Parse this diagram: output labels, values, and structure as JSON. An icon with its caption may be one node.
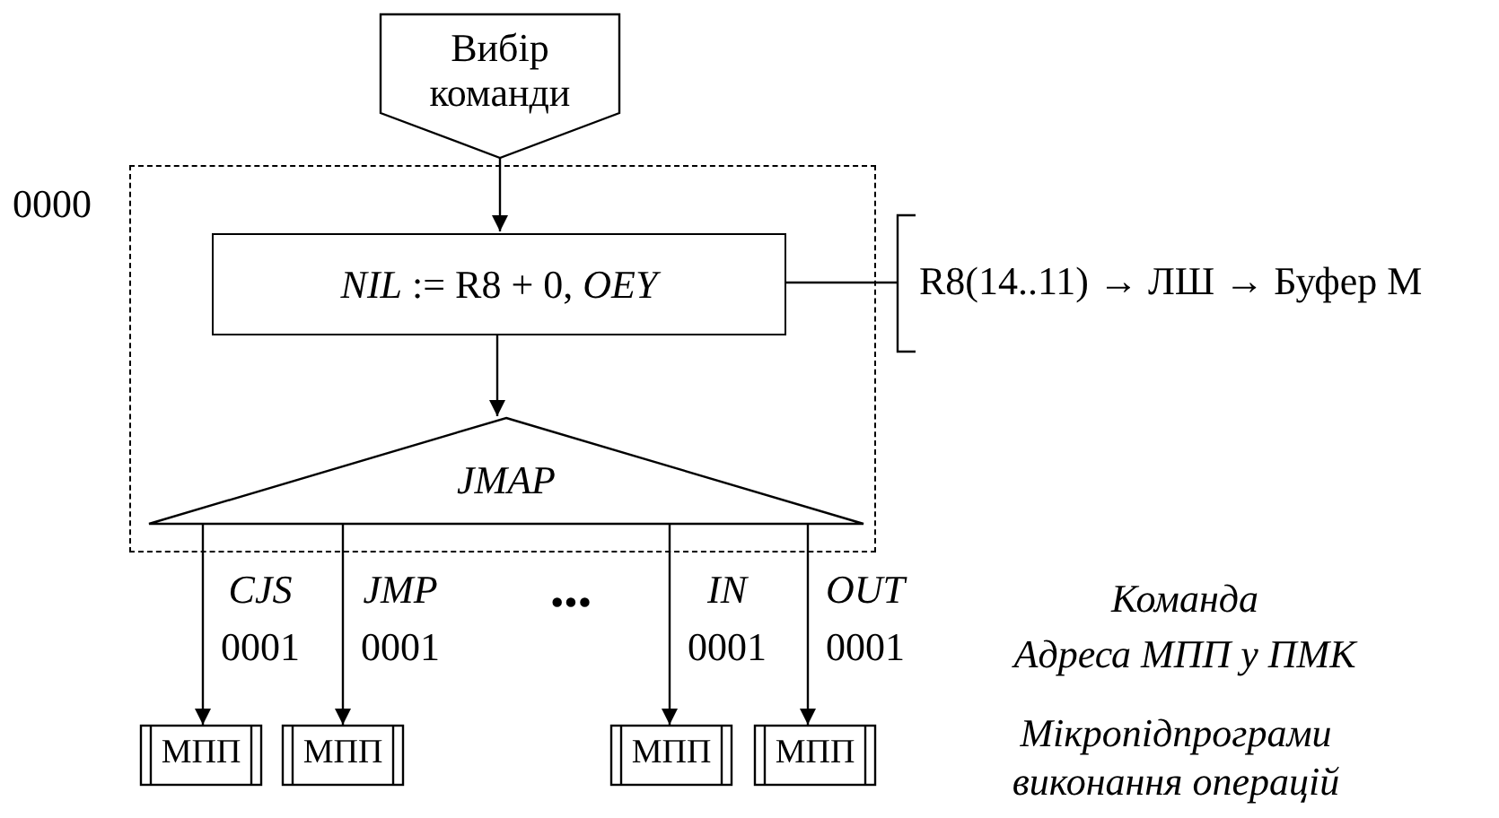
{
  "diagram": {
    "nodes": [
      {
        "text": [
          "0000"
        ]
      },
      {
        "text": [
          "Вибір команди"
        ]
      },
      {
        "text": [
          "*NIL* := R8 + 0, *OEY*"
        ],
        "in": 0
      },
      {
        "text": [
          "JMAP"
        ],
        "in": 0
      },
      {
        "text": [
          "R8(14..11) → ЛШ → Буфер М"
        ]
      },
      {
        "text": [
          "МПП"
        ]
      },
      {
        "text": [
          "МПП"
        ]
      },
      {
        "text": [
          "МПП"
        ]
      },
      {
        "text": [
          "МПП"
        ]
      }
    ],
    "edges": [
      {
        "from": 1,
        "to": 2,
        "arrow": "to"
      },
      {
        "from": 2,
        "to": 3,
        "arrow": "to"
      },
      {
        "from": 2,
        "to": 4,
        "arrow": "none"
      },
      {
        "from": 3,
        "to": 5,
        "arrow": "to",
        "label": "*CJS* 0001"
      },
      {
        "from": 3,
        "to": 6,
        "arrow": "to",
        "label": "*JMP* 0001"
      },
      {
        "from": 3,
        "to": 7,
        "arrow": "to",
        "label": "*IN* 0001"
      },
      {
        "from": 3,
        "to": 8,
        "arrow": "to",
        "label": "*OUT* 0001"
      }
    ],
    "labels": [
      "•••",
      "Команда",
      "Адреса МПП у ПМК",
      "Мікропідпрограми виконання операцій"
    ]
  }
}
